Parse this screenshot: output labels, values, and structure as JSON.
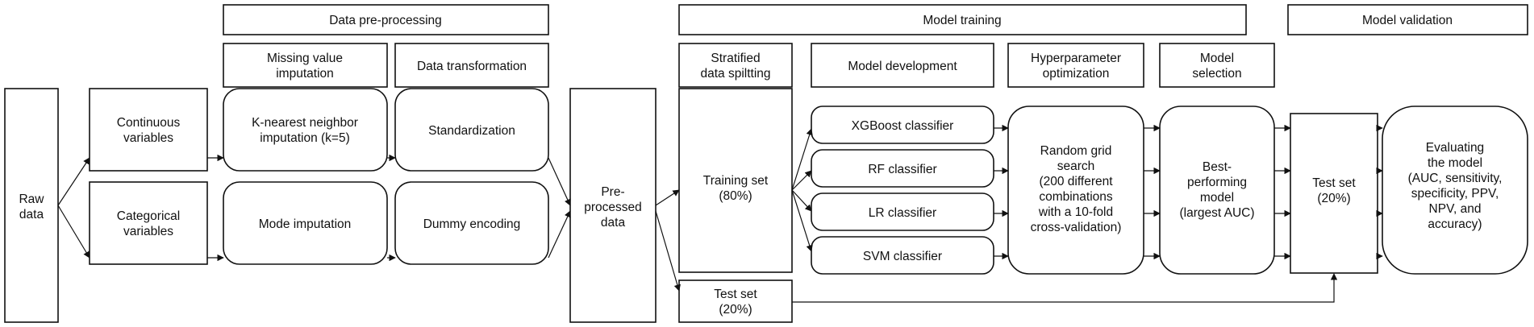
{
  "stages": {
    "preprocessing": "Data pre-processing",
    "training": "Model training",
    "validation": "Model validation"
  },
  "steps": {
    "missing_value": [
      "Missing value",
      "imputation"
    ],
    "transformation": [
      "Data transformation"
    ],
    "splitting": [
      "Stratified",
      "data spiltting"
    ],
    "development": [
      "Model development"
    ],
    "hyperparameter": [
      "Hyperparameter",
      "optimization"
    ],
    "selection": [
      "Model",
      "selection"
    ]
  },
  "nodes": {
    "raw": [
      "Raw",
      "data"
    ],
    "continuous": [
      "Continuous",
      "variables"
    ],
    "categorical": [
      "Categorical",
      "variables"
    ],
    "knn": [
      "K-nearest neighbor",
      "imputation (k=5)"
    ],
    "mode": [
      "Mode imputation"
    ],
    "standardization": [
      "Standardization"
    ],
    "dummy": [
      "Dummy encoding"
    ],
    "preprocessed": [
      "Pre-",
      "processed",
      "data"
    ],
    "training_set": [
      "Training set",
      "(80%)"
    ],
    "test_set_split": [
      "Test set",
      "(20%)"
    ],
    "xgb": [
      "XGBoost classifier"
    ],
    "rf": [
      "RF classifier"
    ],
    "lr": [
      "LR classifier"
    ],
    "svm": [
      "SVM classifier"
    ],
    "grid": [
      "Random grid",
      "search",
      "(200 different",
      "combinations",
      "with a 10-fold",
      "cross-validation)"
    ],
    "best": [
      "Best-",
      "performing",
      "model",
      "(largest AUC)"
    ],
    "test_set_val": [
      "Test set",
      "(20%)"
    ],
    "evaluate": [
      "Evaluating",
      "the model",
      "(AUC, sensitivity,",
      "specificity, PPV,",
      "NPV, and",
      "accuracy)"
    ]
  }
}
